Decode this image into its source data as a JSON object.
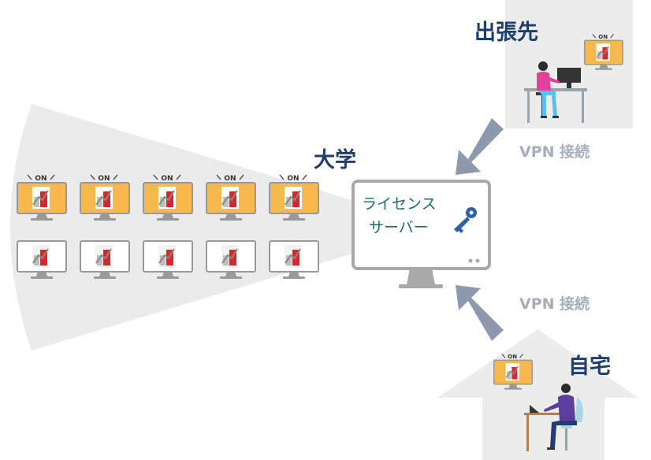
{
  "labels": {
    "university": "大学",
    "business_trip": "出張先",
    "home": "自宅",
    "vpn_top": "VPN 接続",
    "vpn_bottom": "VPN 接続"
  },
  "server": {
    "line1": "ライセンス",
    "line2": "サーバー"
  },
  "monitor_on_badge": "ON",
  "colors": {
    "label_navy": "#1f3e6b",
    "vpn_gray": "#a6aebd",
    "arrow_gray": "#8e99ad",
    "fan_gray": "#ebebeb",
    "building_gray": "#ececec",
    "monitor_orange": "#f7b84d",
    "chart_red": "#d9262b",
    "key_blue": "#2e5fa8"
  },
  "icons": {
    "arrows": "arrow-icon",
    "key": "key-icon",
    "monitors": "monitor-icon",
    "people": "person-icon"
  }
}
